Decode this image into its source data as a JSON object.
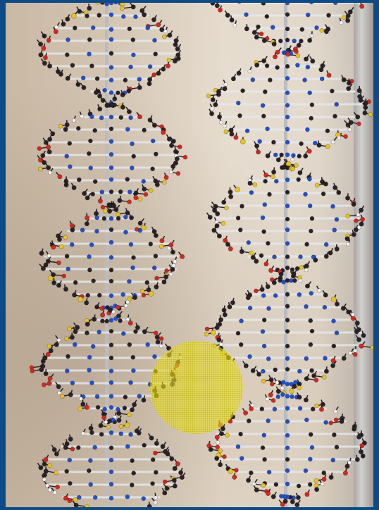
{
  "image": {
    "subject": "dna-double-helix-molecular-model",
    "colors": {
      "frame": "#0d4a86",
      "highlight": "#f0e628",
      "carbon": "#2a2226",
      "oxygen": "#d2281e",
      "nitrogen": "#2350c8",
      "hydrogen": "#f2f2f2",
      "phosphorus": "#e8c21e",
      "rod": "#b9bcc0"
    },
    "highlight_marker": {
      "shape": "circle",
      "fill": "yellow-grid"
    }
  }
}
